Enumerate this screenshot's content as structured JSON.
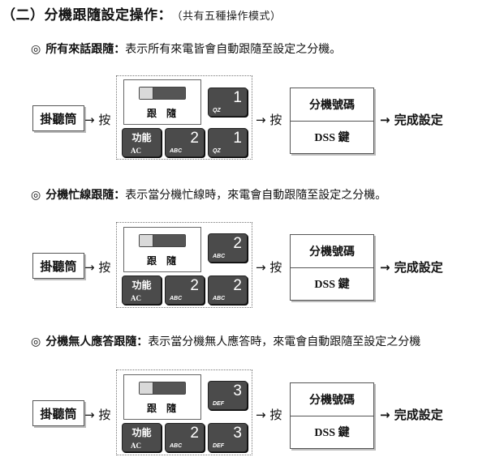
{
  "header": {
    "title": "（二）分機跟隨設定操作：",
    "note": "（共有五種操作模式）"
  },
  "sections": [
    {
      "bullet": "◎",
      "name": "所有來話跟隨：",
      "desc": "表示所有來電皆會自動跟隨至設定之分機。",
      "handset": "掛聽筒",
      "press1": "→ 按",
      "follow_label": "跟隨",
      "keys": [
        {
          "num": "1",
          "letters": "QZ"
        },
        {
          "fn_top": "功能",
          "fn_bot": "AC"
        },
        {
          "num": "2",
          "letters": "ABC"
        },
        {
          "num": "1",
          "letters": "QZ"
        }
      ],
      "press2": "→ 按",
      "ext_number": "分機號碼",
      "dss_key": "DSS 鍵",
      "done": "→ 完成設定"
    },
    {
      "bullet": "◎",
      "name": "分機忙線跟隨：",
      "desc": "表示當分機忙線時，來電會自動跟隨至設定之分機。",
      "handset": "掛聽筒",
      "press1": "→ 按",
      "follow_label": "跟隨",
      "keys": [
        {
          "num": "2",
          "letters": "ABC"
        },
        {
          "fn_top": "功能",
          "fn_bot": "AC"
        },
        {
          "num": "2",
          "letters": "ABC"
        },
        {
          "num": "2",
          "letters": "ABC"
        }
      ],
      "press2": "→ 按",
      "ext_number": "分機號碼",
      "dss_key": "DSS 鍵",
      "done": "→ 完成設定"
    },
    {
      "bullet": "◎",
      "name": "分機無人應答跟隨：",
      "desc": "表示當分機無人應答時，來電會自動跟隨至設定之分機",
      "handset": "掛聽筒",
      "press1": "→ 按",
      "follow_label": "跟隨",
      "keys": [
        {
          "num": "3",
          "letters": "DEF"
        },
        {
          "fn_top": "功能",
          "fn_bot": "AC"
        },
        {
          "num": "2",
          "letters": "ABC"
        },
        {
          "num": "3",
          "letters": "DEF"
        }
      ],
      "press2": "→ 按",
      "ext_number": "分機號碼",
      "dss_key": "DSS 鍵",
      "done": "→ 完成設定"
    }
  ]
}
